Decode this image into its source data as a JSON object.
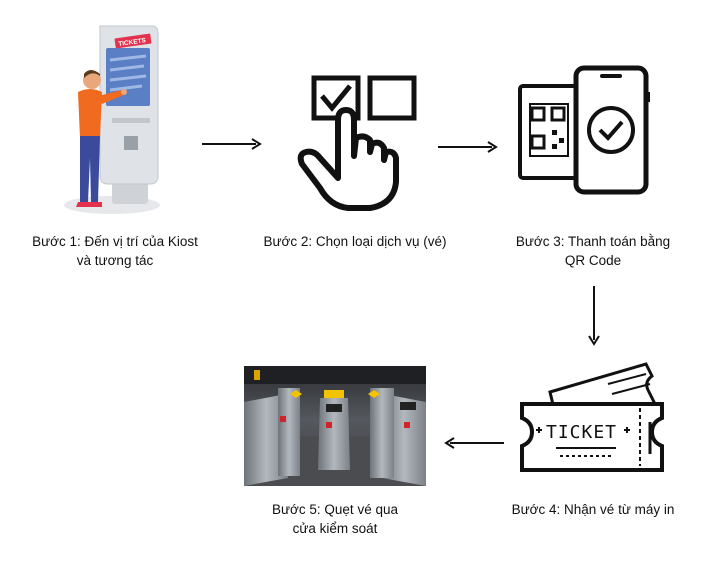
{
  "steps": [
    {
      "id": 1,
      "icon": "kiosk-illustration",
      "label_line1": "Bước 1: Đến vị trí của Kiost",
      "label_line2": "và tương tác",
      "kiosk_banner": "TICKETS"
    },
    {
      "id": 2,
      "icon": "hand-pointing-checkbox-icon",
      "label_line1": "Bước 2: Chọn loại dịch vụ (vé)",
      "label_line2": ""
    },
    {
      "id": 3,
      "icon": "phone-qr-payment-icon",
      "label_line1": "Bước 3: Thanh toán bằng",
      "label_line2": "QR Code"
    },
    {
      "id": 4,
      "icon": "ticket-icon",
      "label_line1": "Bước 4: Nhận vé từ máy in",
      "label_line2": "",
      "ticket_text": "TICKET"
    },
    {
      "id": 5,
      "icon": "turnstile-gate-photo",
      "label_line1": "Bước 5: Quẹt vé qua",
      "label_line2": "cửa kiểm soát"
    }
  ],
  "colors": {
    "line": "#111111",
    "kiosk_body": "#e3e6ea",
    "kiosk_screen": "#5b7fc4",
    "kiosk_banner": "#e2324e",
    "shirt": "#f06a1f",
    "pants": "#3b4a9a",
    "gate_metal": "#8d9299",
    "gate_floor": "#4a4c50",
    "gate_yellow": "#f2c300"
  }
}
